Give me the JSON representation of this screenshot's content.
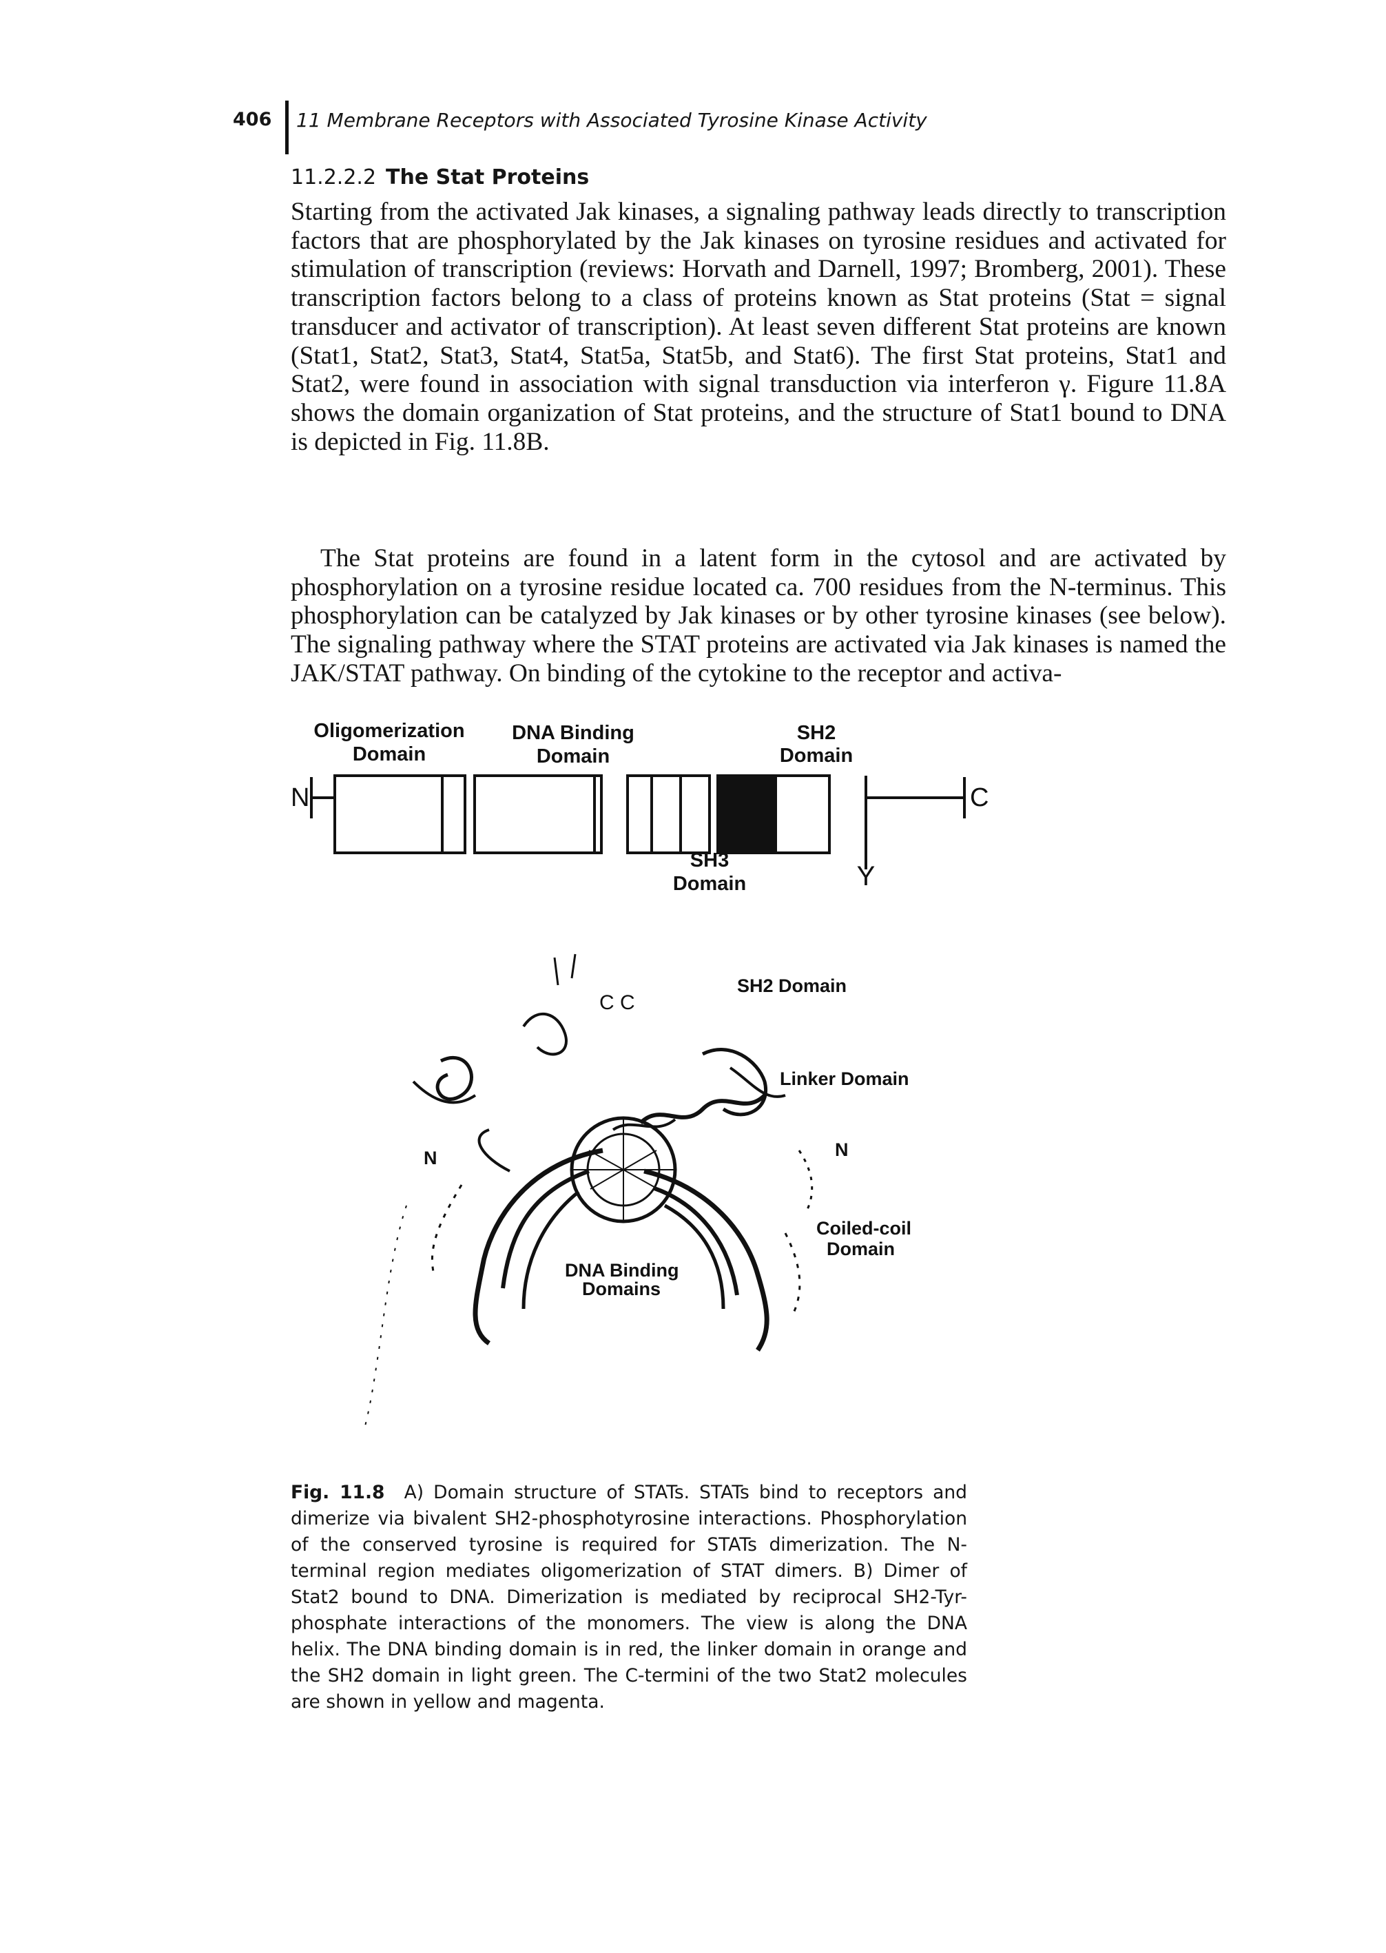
{
  "header": {
    "page_number": "406",
    "running_head": "11 Membrane Receptors with Associated Tyrosine Kinase Activity"
  },
  "section": {
    "number": "11.2.2.2",
    "title": "The Stat Proteins"
  },
  "body": {
    "paragraph_1": "Starting from the activated Jak kinases, a signaling pathway leads directly to transcription factors that are phosphorylated by the Jak kinases on tyrosine residues and activated for stimulation of transcription (reviews: Horvath and Darnell, 1997; Bromberg, 2001). These transcription factors belong to a class of proteins known as Stat proteins (Stat = signal transducer and activator of transcription). At least seven different Stat proteins are known (Stat1, Stat2, Stat3, Stat4, Stat5a, Stat5b, and Stat6). The first Stat proteins, Stat1 and Stat2, were found in association with signal transduction via interferon γ. Figure 11.8A shows the domain organization of Stat proteins, and the structure of Stat1 bound to DNA is depicted in Fig. 11.8B.",
    "paragraph_2": "The Stat proteins are found in a latent form in the cytosol and are activated by phosphorylation on a tyrosine residue located ca. 700 residues from the N-terminus. This phosphorylation can be catalyzed by Jak kinases or by other tyrosine kinases (see below). The signaling pathway where the STAT proteins are activated via Jak kinases is named the JAK/STAT pathway. On binding of the cytokine to the receptor and activa-"
  },
  "figure_a": {
    "label_oligo_1": "Oligomerization",
    "label_oligo_2": "Domain",
    "label_dna_1": "DNA Binding",
    "label_dna_2": "Domain",
    "label_sh2_1": "SH2",
    "label_sh2_2": "Domain",
    "label_sh3_1": "SH3",
    "label_sh3_2": "Domain",
    "n_terminus": "N",
    "c_terminus": "C",
    "tyrosine": "Y"
  },
  "figure_b": {
    "label_sh2": "SH2 Domain",
    "label_linker": "Linker Domain",
    "label_n_left": "N",
    "label_n_right": "N",
    "label_coiled_1": "Coiled-coil",
    "label_coiled_2": "Domain",
    "label_dna_1": "DNA Binding",
    "label_dna_2": "Domains",
    "label_cc": "C C"
  },
  "caption": {
    "label": "Fig. 11.8",
    "text": "A) Domain structure of STATs. STATs bind to receptors and dimerize via bivalent SH2-phosphotyrosine interactions. Phosphorylation of the conserved tyrosine is required for STATs dimerization. The N-terminal region mediates oligomerization of STAT dimers. B) Dimer of Stat2 bound to DNA. Dimerization is mediated by reciprocal SH2-Tyr-phosphate interactions of the monomers. The view is along the DNA helix. The DNA binding domain is in red, the linker domain in orange and the SH2 domain in light green. The C-termini of the two Stat2 molecules are shown in yellow and magenta."
  }
}
